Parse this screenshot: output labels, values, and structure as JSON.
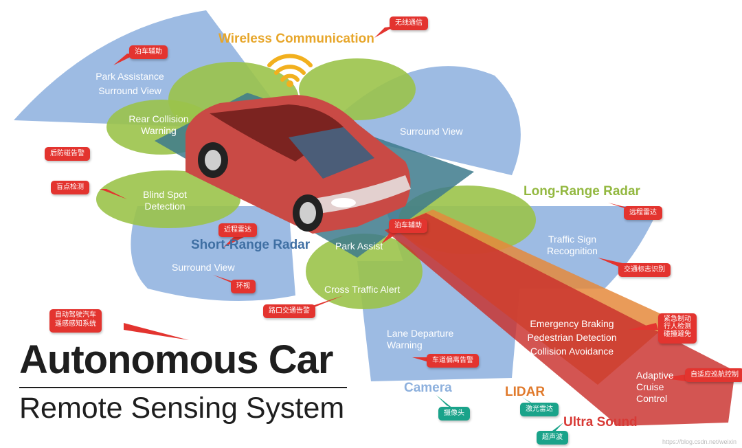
{
  "colors": {
    "blue_zone": "#9dbbe3",
    "green_zone": "#9bc34a",
    "dark_zone": "#3d7a8c",
    "car_body": "#c94a45",
    "lidar_beam": "#e58a3c",
    "radar_beam": "#c9302c",
    "wifi": "#f2b01e",
    "camera_text": "#8db0dd",
    "lidar_text": "#e07a2c",
    "ultrasound_text": "#d83a36",
    "blue_heading": "#3f6fa3",
    "green_heading": "#93b840",
    "note_red": "#e3342f",
    "note_teal": "#1aa38a"
  },
  "title": {
    "main": "Autonomous Car",
    "sub": "Remote Sensing System"
  },
  "categories": {
    "wireless": "Wireless Communication",
    "short_range_radar": "Short-Range Radar",
    "long_range_radar": "Long-Range Radar",
    "camera": "Camera",
    "lidar": "LIDAR",
    "ultra_sound": "Ultra Sound"
  },
  "zones": {
    "park_assistance": [
      "Park Assistance",
      "Surround View"
    ],
    "rear_collision": [
      "Rear Collision",
      "Warning"
    ],
    "blind_spot": [
      "Blind Spot",
      "Detection"
    ],
    "surround_view_front": "Surround View",
    "surround_view_rear": "Surround View",
    "park_assist": "Park Assist",
    "cross_traffic": "Cross Traffic Alert",
    "traffic_sign": [
      "Traffic Sign",
      "Recognition"
    ],
    "lane_departure": [
      "Lane Departure",
      "Warning"
    ],
    "emergency": [
      "Emergency Braking",
      "Pedestrian Detection",
      "Collision Avoidance"
    ],
    "acc": [
      "Adaptive",
      "Cruise",
      "Control"
    ]
  },
  "notes": {
    "wireless": "无线通信",
    "park_assistance": "泊车辅助",
    "rear_collision": "后防碰告警",
    "blind_spot": "盲点检测",
    "short_range_radar": "近程雷达",
    "park_assist": "泊车辅助",
    "surround_view": "环视",
    "autonomous_car": [
      "自动驾驶汽车",
      "遥感感知系统"
    ],
    "cross_traffic": "路口交通告警",
    "long_range_radar": "远程雷达",
    "traffic_sign": "交通标志识别",
    "emergency": [
      "紧急制动",
      "行人检测",
      "碰撞避免"
    ],
    "lane_departure": "车道偏离告警",
    "acc": "自适应巡航控制",
    "camera": "摄像头",
    "lidar": "激光雷达",
    "ultra_sound": "超声波"
  },
  "watermark": "https://blog.csdn.net/weixin"
}
